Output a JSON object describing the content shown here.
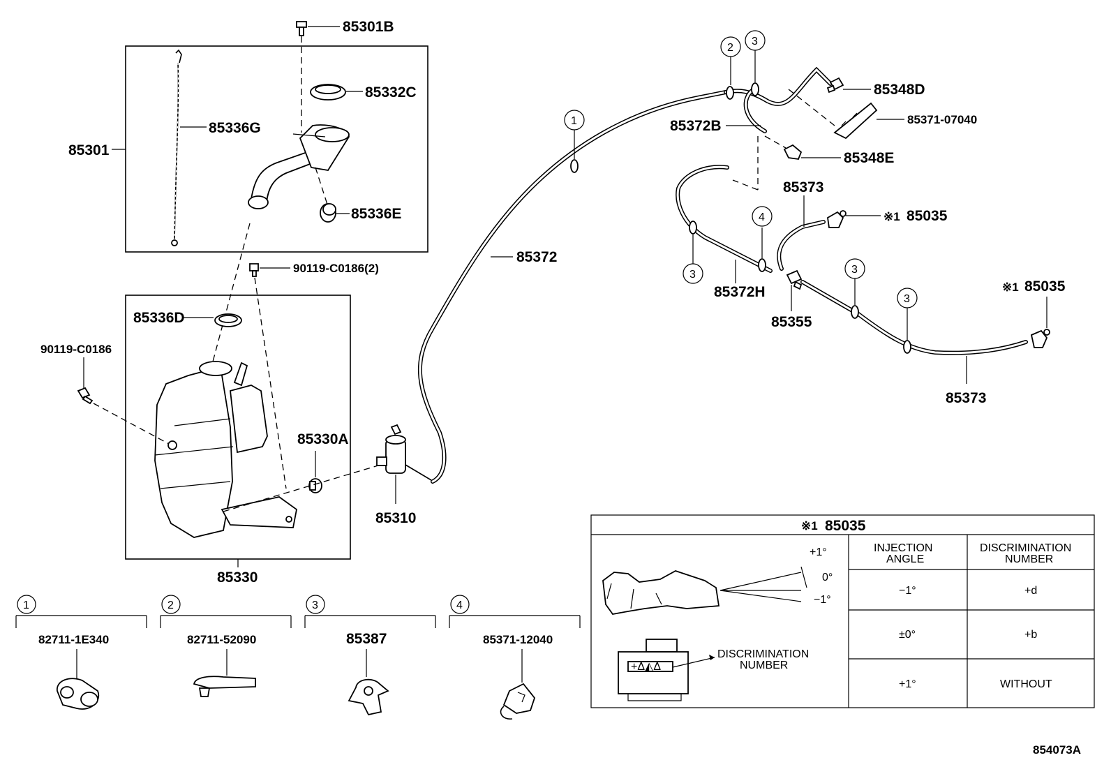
{
  "labels": {
    "p85301B": "85301B",
    "p85332C": "85332C",
    "p85336G": "85336G",
    "p85301": "85301",
    "p85336E": "85336E",
    "p90119_2": "90119-C0186(2)",
    "p85336D": "85336D",
    "p90119": "90119-C0186",
    "p85330A": "85330A",
    "p85310": "85310",
    "p85330": "85330",
    "p85372": "85372",
    "p85372B": "85372B",
    "p85348D": "85348D",
    "p85371_07040": "85371-07040",
    "p85348E": "85348E",
    "p85373_top": "85373",
    "p85035_a": "85035",
    "p85035_b": "85035",
    "p85372H": "85372H",
    "p85355": "85355",
    "p85373_bottom": "85373",
    "diagram_id": "854073A"
  },
  "note_mark": "※1",
  "callouts": {
    "c1": "1",
    "c2": "2",
    "c3": "3",
    "c4": "4"
  },
  "legend": [
    {
      "num": "1",
      "part": "82711-1E340"
    },
    {
      "num": "2",
      "part": "82711-52090"
    },
    {
      "num": "3",
      "part": "85387"
    },
    {
      "num": "4",
      "part": "85371-12040"
    }
  ],
  "table": {
    "title_mark": "※1",
    "title_part": "85035",
    "header_angle_1": "INJECTION",
    "header_angle_2": "ANGLE",
    "header_disc_1": "DISCRIMINATION",
    "header_disc_2": "NUMBER",
    "rows": [
      {
        "angle": "−1°",
        "disc": "+d"
      },
      {
        "angle": "±0°",
        "disc": "+b"
      },
      {
        "angle": "+1°",
        "disc": "WITHOUT"
      }
    ],
    "angle_plus": "+1°",
    "angle_zero": "0°",
    "angle_minus": "−1°",
    "disc_label_1": "DISCRIMINATION",
    "disc_label_2": "NUMBER"
  }
}
